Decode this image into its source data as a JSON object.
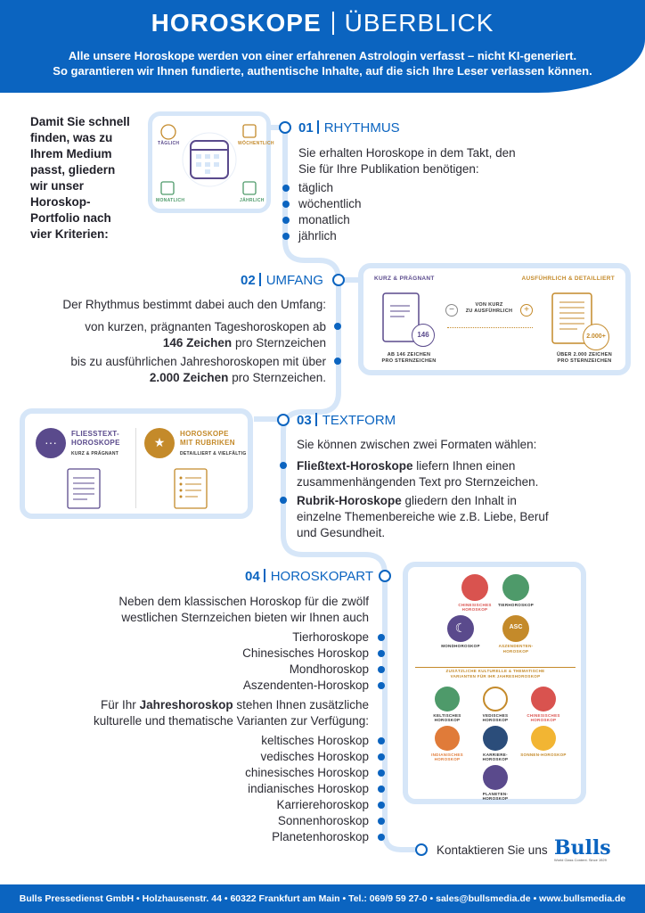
{
  "header": {
    "title_bold": "HOROSKOPE",
    "title_light": "ÜBERBLICK",
    "subtitle_line1": "Alle unsere Horoskope werden von einer erfahrenen Astrologin verfasst – nicht KI-generiert.",
    "subtitle_line2": "So garantieren wir Ihnen fundierte, authentische Inhalte, auf die sich Ihre Leser verlassen können."
  },
  "intro": "Damit Sie schnell finden, was zu Ihrem Medium passt, gliedern wir unser Horoskop-Portfolio nach vier Kriterien:",
  "rhythm": {
    "num": "01",
    "title": "RHYTHMUS",
    "text": "Sie erhalten Horoskope in dem Takt, den Sie für Ihre Publikation benötigen:",
    "items": [
      "täglich",
      "wöchentlich",
      "monatlich",
      "jährlich"
    ],
    "card_labels": [
      "TÄGLICH",
      "WÖCHENTLICH",
      "MONATLICH",
      "JÄHRLICH"
    ]
  },
  "scope": {
    "num": "02",
    "title": "UMFANG",
    "text": "Der Rhythmus bestimmt dabei auch den Umfang:",
    "b1_pre": "von kurzen, prägnanten Tageshoroskopen ab",
    "b1_bold": "146 Zeichen",
    "b1_post": "pro Sternzeichen",
    "b2_pre": "bis zu ausführlichen Jahreshoroskopen mit über",
    "b2_bold": "2.000 Zeichen",
    "b2_post": "pro Sternzeichen.",
    "card": {
      "left_title": "KURZ & PRÄGNANT",
      "right_title": "AUSFÜHRLICH & DETAILLIERT",
      "mid_label_1": "VON KURZ",
      "mid_label_2": "ZU AUSFÜHRLICH",
      "left_badge": "146",
      "right_badge": "2.000+",
      "left_caption_1": "AB 146 ZEICHEN",
      "left_caption_2": "PRO STERNZEICHEN",
      "right_caption_1": "ÜBER 2.000 ZEICHEN",
      "right_caption_2": "PRO STERNZEICHEN"
    }
  },
  "format": {
    "num": "03",
    "title": "TEXTFORM",
    "text": "Sie können zwischen zwei Formaten wählen:",
    "b1_bold": "Fließtext-Horoskope",
    "b1_rest": "liefern Ihnen einen zusammenhängenden Text pro Sternzeichen.",
    "b2_bold": "Rubrik-Horoskope",
    "b2_rest": "gliedern den Inhalt in einzelne Themenbereiche wie z.B. Liebe, Beruf und Gesundheit.",
    "card": {
      "left_title_1": "FLIESSTEXT-",
      "left_title_2": "HOROSKOPE",
      "left_sub": "KURZ & PRÄGNANT",
      "right_title_1": "HOROSKOPE",
      "right_title_2": "MIT RUBRIKEN",
      "right_sub": "DETAILLIERT & VIELFÄLTIG"
    }
  },
  "kind": {
    "num": "04",
    "title": "HOROSKOPART",
    "text": "Neben dem klassischen Horoskop für die zwölf westlichen Sternzeichen bieten wir Ihnen auch",
    "items1": [
      "Tierhoroskope",
      "Chinesisches Horoskop",
      "Mondhoroskop",
      "Aszendenten-Horoskop"
    ],
    "text2_pre": "Für Ihr",
    "text2_bold": "Jahreshoroskop",
    "text2_post": "stehen Ihnen zusätzliche kulturelle und thematische Varianten zur Verfügung:",
    "items2": [
      "keltisches Horoskop",
      "vedisches Horoskop",
      "chinesisches Horoskop",
      "indianisches Horoskop",
      "Karrierehoroskop",
      "Sonnenhoroskop",
      "Planetenhoroskop"
    ],
    "card": {
      "top": [
        "CHINESISCHES HOROSKOP",
        "TIERHOROSKOP",
        "MONDHOROSKOP",
        "ASZENDENTEN-HOROSKOP"
      ],
      "asc": "ASC",
      "divider_1": "ZUSÄTZLICHE KULTURELLE & THEMATISCHE",
      "divider_2": "VARIANTEN FÜR IHR JAHRESHOROSKOP",
      "bottom": [
        "KELTISCHES HOROSKOP",
        "VEDISCHES HOROSKOP",
        "CHINESISCHES HOROSKOP",
        "INDIANISCHES HOROSKOP",
        "KARRIERE-HOROSKOP",
        "SONNEN-HOROSKOP",
        "PLANETEN-HOROSKOP"
      ]
    }
  },
  "contact": "Kontaktieren Sie uns",
  "logo": {
    "name": "Bulls",
    "tagline": "World Class Content. Since 1929"
  },
  "footer": "Bulls Pressedienst GmbH • Holzhausenstr. 44 • 60322 Frankfurt am Main • Tel.: 069/9 59 27-0 • sales@bullsmedia.de • www.bullsmedia.de",
  "colors": {
    "brand_blue": "#0b64c0",
    "light_blue": "#d6e6f8",
    "purple": "#5a4a8c",
    "gold": "#c48a2a",
    "red": "#d9534f",
    "green": "#4e9a6a"
  }
}
